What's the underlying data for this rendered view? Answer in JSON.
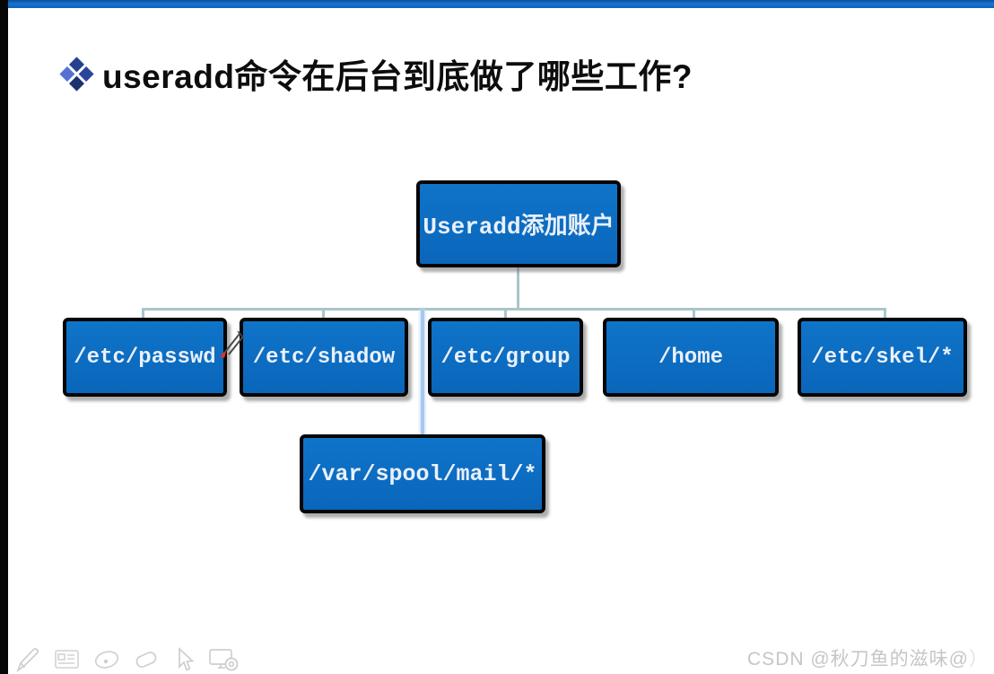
{
  "window": {
    "top_bar_color": "#1268bc",
    "side_strip_color": "#060606"
  },
  "slide": {
    "title": "useradd命令在后台到底做了哪些工作?",
    "title_bullet": "diamond-cluster-bullet",
    "title_color": "#0d0d0d",
    "bullet_color": "#2e4a9e"
  },
  "diagram": {
    "type": "tree",
    "node_fill": "#0d6ec2",
    "node_border": "#000000",
    "node_text_color": "#e9f0fa",
    "connector_color": "#a9c6ca",
    "highlight_connector_color": "#a6c9f0",
    "root": {
      "label": "Useradd添加账户"
    },
    "children": [
      {
        "label": "/etc/passwd"
      },
      {
        "label": "/etc/shadow"
      },
      {
        "label": "/etc/group"
      },
      {
        "label": "/home"
      },
      {
        "label": "/etc/skel/*"
      }
    ],
    "sub_child": {
      "label": "/var/spool/mail/*"
    }
  },
  "cursor": {
    "type": "pen-cursor",
    "tip_color": "#e03122"
  },
  "toolbar": {
    "icons": [
      {
        "name": "pen-icon"
      },
      {
        "name": "whiteboard-icon"
      },
      {
        "name": "laser-pointer-icon"
      },
      {
        "name": "eraser-icon"
      },
      {
        "name": "cursor-icon"
      },
      {
        "name": "screen-tools-icon"
      }
    ]
  },
  "watermark": {
    "text": "CSDN @秋刀鱼的滋味@",
    "ghost": "）"
  }
}
